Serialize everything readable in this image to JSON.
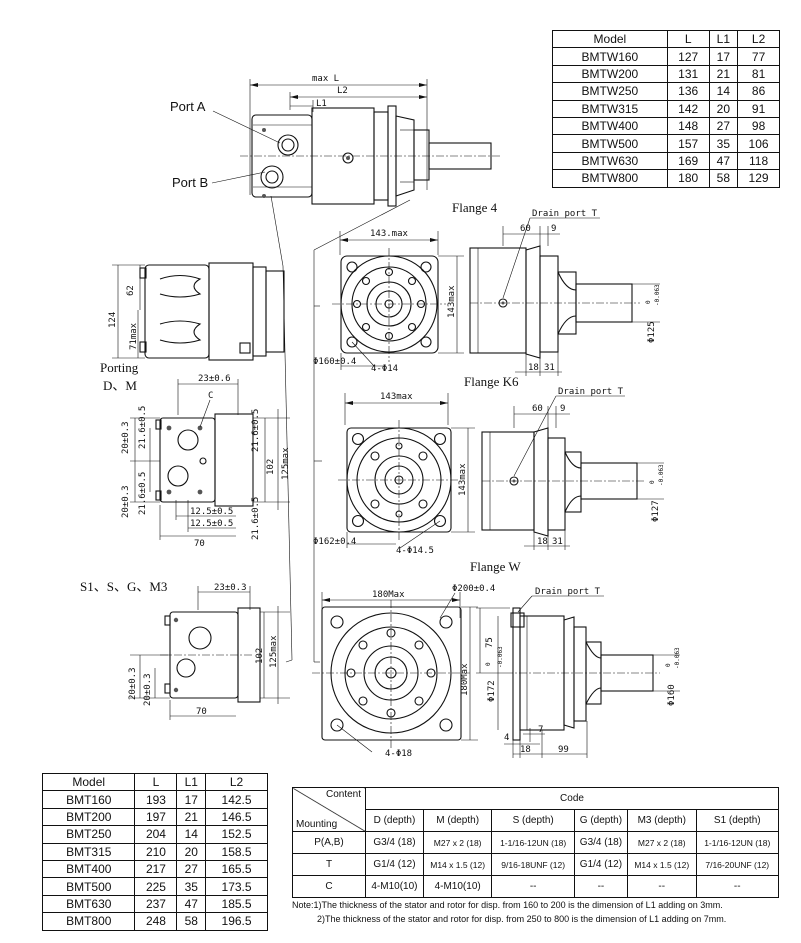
{
  "labels": {
    "port_a": "Port A",
    "port_b": "Port B",
    "flange_4": "Flange  4",
    "flange_k6": "Flange  K6",
    "flange_w": "Flange  W",
    "drain_port": "Drain port T",
    "porting": "Porting",
    "porting_dm": "D、M",
    "porting_ssgm3": "S1、S、G、M3",
    "port_c": "C"
  },
  "dimensions": {
    "max_l": "max L",
    "l2": "L2",
    "l1": "L1",
    "d_143max_top": "143.max",
    "d_143max_side": "143max",
    "d_60": "60",
    "d_9": "9",
    "d_phi125": "Φ125",
    "d_phi125_tol_top": "0",
    "d_phi125_tol_bot": "-0.063",
    "d_18": "18",
    "d_31": "31",
    "d_phi160": "Φ160±0.4",
    "d_4phi14": "4-Φ14",
    "d_62": "62",
    "d_124": "124",
    "d_71max": "71max",
    "d_23_06": "23±0.6",
    "d_20_03": "20±0.3",
    "d_21_6": "21.6±0.5",
    "d_102": "102",
    "d_125max": "125max",
    "d_12_5": "12.5±0.5",
    "d_70": "70",
    "k6_143max_top": "143max",
    "k6_143max_side": "143max",
    "k6_phi127": "Φ127",
    "k6_phi127_tol_top": "0",
    "k6_phi127_tol_bot": "-0.063",
    "k6_phi162": "Φ162±0.4",
    "k6_4phi14_5": "4-Φ14.5",
    "w_180max_top": "180Max",
    "w_180max_side": "180Max",
    "w_phi200": "Φ200±0.4",
    "w_phi172": "Φ172",
    "w_phi172_tol_top": "0",
    "w_phi172_tol_bot": "-0.063",
    "w_phi160": "Φ160",
    "w_phi160_tol_top": "0",
    "w_phi160_tol_bot": "-0.063",
    "w_75": "75",
    "w_4phi18": "4-Φ18",
    "w_4": "4",
    "w_7": "7",
    "w_18": "18",
    "w_99": "99",
    "s_23_03": "23±0.3",
    "s_20_03": "20±0.3"
  },
  "table_bmtw": {
    "headers": [
      "Model",
      "L",
      "L1",
      "L2"
    ],
    "rows": [
      [
        "BMTW160",
        "127",
        "17",
        "77"
      ],
      [
        "BMTW200",
        "131",
        "21",
        "81"
      ],
      [
        "BMTW250",
        "136",
        "14",
        "86"
      ],
      [
        "BMTW315",
        "142",
        "20",
        "91"
      ],
      [
        "BMTW400",
        "148",
        "27",
        "98"
      ],
      [
        "BMTW500",
        "157",
        "35",
        "106"
      ],
      [
        "BMTW630",
        "169",
        "47",
        "118"
      ],
      [
        "BMTW800",
        "180",
        "58",
        "129"
      ]
    ]
  },
  "table_bmt": {
    "headers": [
      "Model",
      "L",
      "L1",
      "L2"
    ],
    "rows": [
      [
        "BMT160",
        "193",
        "17",
        "142.5"
      ],
      [
        "BMT200",
        "197",
        "21",
        "146.5"
      ],
      [
        "BMT250",
        "204",
        "14",
        "152.5"
      ],
      [
        "BMT315",
        "210",
        "20",
        "158.5"
      ],
      [
        "BMT400",
        "217",
        "27",
        "165.5"
      ],
      [
        "BMT500",
        "225",
        "35",
        "173.5"
      ],
      [
        "BMT630",
        "237",
        "47",
        "185.5"
      ],
      [
        "BMT800",
        "248",
        "58",
        "196.5"
      ]
    ]
  },
  "table_code": {
    "corner_top": "Content",
    "corner_bottom": "Mounting",
    "code_header": "Code",
    "columns": [
      "D (depth)",
      "M (depth)",
      "S (depth)",
      "G (depth)",
      "M3 (depth)",
      "S1 (depth)"
    ],
    "rows": [
      {
        "label": "P(A,B)",
        "cells": [
          "G3/4  (18)",
          "M27 x 2 (18)",
          "1-1/16-12UN (18)",
          "G3/4  (18)",
          "M27 x 2 (18)",
          "1-1/16-12UN (18)"
        ]
      },
      {
        "label": "T",
        "cells": [
          "G1/4  (12)",
          "M14 x 1.5 (12)",
          "9/16-18UNF (12)",
          "G1/4  (12)",
          "M14 x 1.5 (12)",
          "7/16-20UNF (12)"
        ]
      },
      {
        "label": "C",
        "cells": [
          "4-M10(10)",
          "4-M10(10)",
          "--",
          "--",
          "--",
          "--"
        ]
      }
    ]
  },
  "notes": [
    "Note:1)The thickness of the stator and rotor for disp. from 160 to 200 is the dimension of L1 adding on 3mm.",
    "2)The thickness of the stator and rotor for disp. from 250 to 800 is the dimension of L1 adding on 7mm."
  ]
}
